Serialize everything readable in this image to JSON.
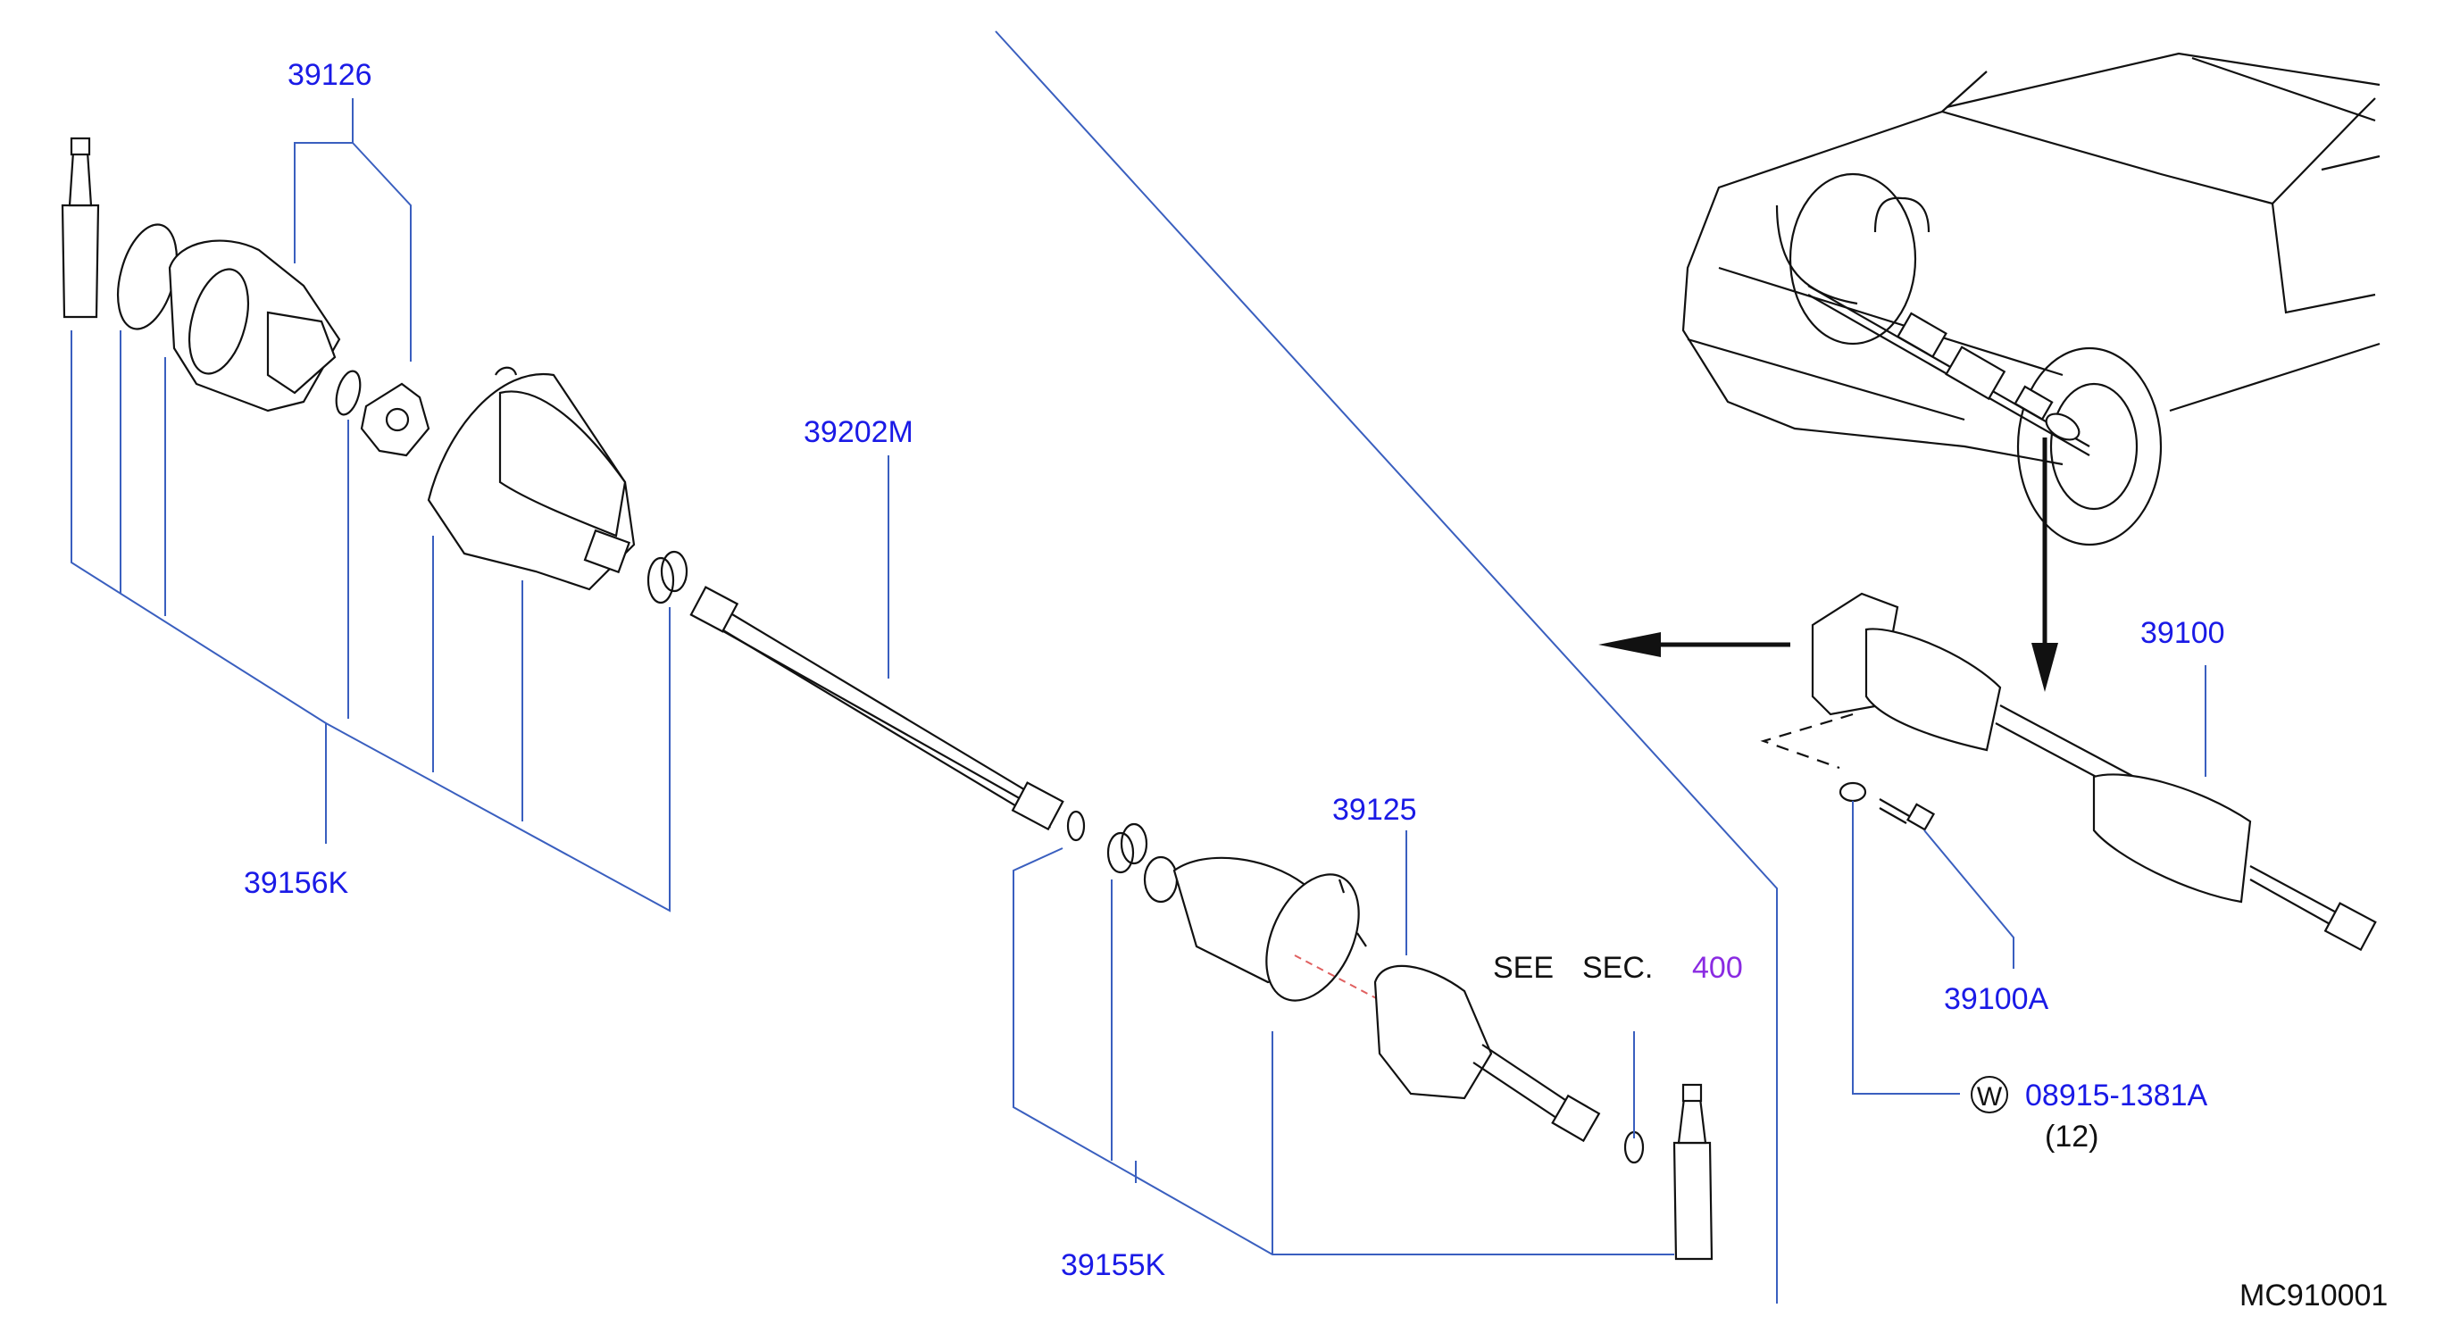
{
  "colors": {
    "part_number": "#1a1ae6",
    "leader_line": "#3a5fbf",
    "drawing": "#111111",
    "section_number": "#8a2be2",
    "centerline": "#e06060"
  },
  "labels": {
    "p39126": "39126",
    "p39202M": "39202M",
    "p39156K": "39156K",
    "p39125": "39125",
    "p39155K": "39155K",
    "p39100": "39100",
    "p39100A": "39100A",
    "washer_part": "08915-1381A",
    "washer_qty": "(12)",
    "washer_symbol": "W",
    "see": "SEE",
    "sec": "SEC.",
    "sec_number": "400",
    "drawing_code": "MC910001"
  }
}
